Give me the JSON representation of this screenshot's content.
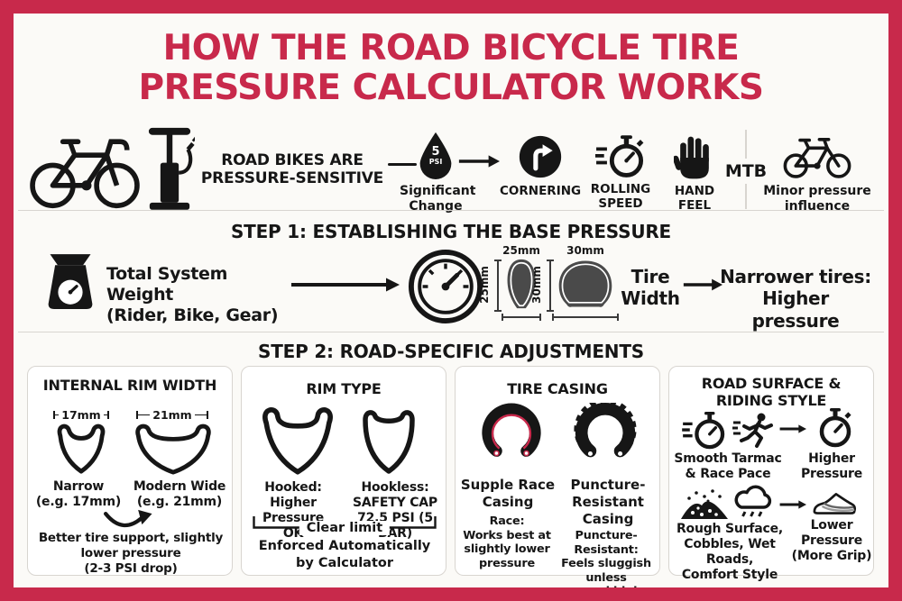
{
  "colors": {
    "accent": "#C8294B",
    "ink": "#161616",
    "bg": "#FBFAF7",
    "card-bg": "#FFFFFF",
    "line": "#D8D5D0",
    "tire": "#4A4A4A"
  },
  "title": {
    "lines": [
      "HOW THE ROAD BICYCLE TIRE",
      "PRESSURE CALCULATOR WORKS"
    ]
  },
  "intro": {
    "heading_lines": [
      "ROAD BIKES ARE",
      "PRESSURE-SENSITIVE"
    ],
    "psi_drop": {
      "value": "5",
      "unit": "PSI",
      "caption_lines": [
        "Significant",
        "Change"
      ]
    },
    "factors": [
      {
        "icon": "cornering-icon",
        "label_lines": [
          "CORNERING"
        ]
      },
      {
        "icon": "rolling-speed-icon",
        "label_lines": [
          "ROLLING",
          "SPEED"
        ]
      },
      {
        "icon": "hand-feel-icon",
        "label_lines": [
          "HAND FEEL"
        ]
      }
    ],
    "mtb": {
      "label": "MTB",
      "caption_lines": [
        "Minor pressure",
        "influence"
      ]
    }
  },
  "step1": {
    "heading": "STEP 1: ESTABLISHING THE BASE PRESSURE",
    "weight_lines": [
      "Total System Weight",
      "(Rider, Bike, Gear)"
    ],
    "tire_small_mm": "25mm",
    "tire_large_mm": "30mm",
    "tire_width_lines": [
      "Tire",
      "Width"
    ],
    "result_lines": [
      "Narrower tires:",
      "Higher pressure"
    ]
  },
  "step2": {
    "heading": "STEP 2: ROAD-SPECIFIC ADJUSTMENTS",
    "rim_width_card": {
      "title": "INTERNAL RIM WIDTH",
      "narrow_measure": "17mm",
      "wide_measure": "21mm",
      "narrow_lines": [
        "Narrow",
        "(e.g. 17mm)"
      ],
      "wide_lines": [
        "Modern Wide",
        "(e.g. 21mm)"
      ],
      "note_lines": [
        "Better tire support, slightly",
        "lower pressure",
        "(2-3 PSI drop)"
      ]
    },
    "rim_type_card": {
      "title": "RIM TYPE",
      "hooked_lines": [
        "Hooked:",
        "Higher Pressure",
        "OK"
      ],
      "hookless_lines": [
        "Hookless:",
        "SAFETY CAP",
        "72.5 PSI (5 BAR)"
      ],
      "bracket_label": "Clear limit",
      "note_lines": [
        "Enforced Automatically",
        "by Calculator"
      ]
    },
    "tire_casing_card": {
      "title": "TIRE CASING",
      "supple_lines": [
        "Supple Race",
        "Casing"
      ],
      "resistant_lines": [
        "Puncture-",
        "Resistant",
        "Casing"
      ],
      "race_note_lines": [
        "Race:",
        "Works best at",
        "slightly lower",
        "pressure"
      ],
      "resistant_note_lines": [
        "Puncture-Resistant:",
        "Feels sluggish unless",
        "pumped higher"
      ]
    },
    "road_surface_card": {
      "title_lines": [
        "ROAD SURFACE &",
        "RIDING STYLE"
      ],
      "smooth_lines": [
        "Smooth Tarmac",
        "& Race Pace"
      ],
      "higher_lines": [
        "Higher",
        "Pressure"
      ],
      "rough_lines": [
        "Rough Surface,",
        "Cobbles, Wet Roads,",
        "Comfort Style"
      ],
      "lower_lines": [
        "Lower",
        "Pressure",
        "(More Grip)"
      ]
    }
  }
}
